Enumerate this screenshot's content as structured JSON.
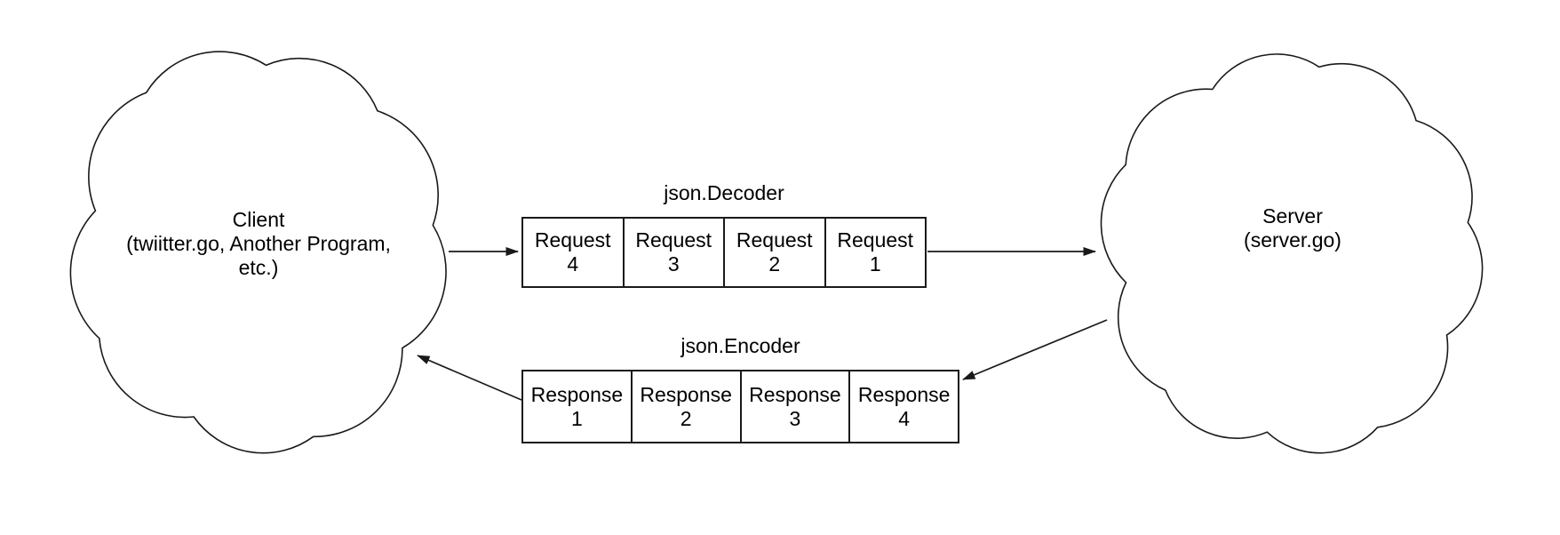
{
  "colors": {
    "background": "#ffffff",
    "line": "#1a1a1a",
    "text": "#000000"
  },
  "clouds": {
    "client": {
      "lines": [
        "Client",
        "(twiitter.go, Another Program,",
        "etc.)"
      ]
    },
    "server": {
      "lines": [
        "Server",
        "(server.go)"
      ]
    }
  },
  "queues": {
    "request": {
      "title": "json.Decoder",
      "cells": [
        {
          "label": "Request",
          "number": "4"
        },
        {
          "label": "Request",
          "number": "3"
        },
        {
          "label": "Request",
          "number": "2"
        },
        {
          "label": "Request",
          "number": "1"
        }
      ]
    },
    "response": {
      "title": "json.Encoder",
      "cells": [
        {
          "label": "Response",
          "number": "1"
        },
        {
          "label": "Response",
          "number": "2"
        },
        {
          "label": "Response",
          "number": "3"
        },
        {
          "label": "Response",
          "number": "4"
        }
      ]
    }
  },
  "arrows": [
    {
      "from": "client",
      "to": "request-queue"
    },
    {
      "from": "request-queue",
      "to": "server"
    },
    {
      "from": "server",
      "to": "response-queue"
    },
    {
      "from": "response-queue",
      "to": "client"
    }
  ]
}
